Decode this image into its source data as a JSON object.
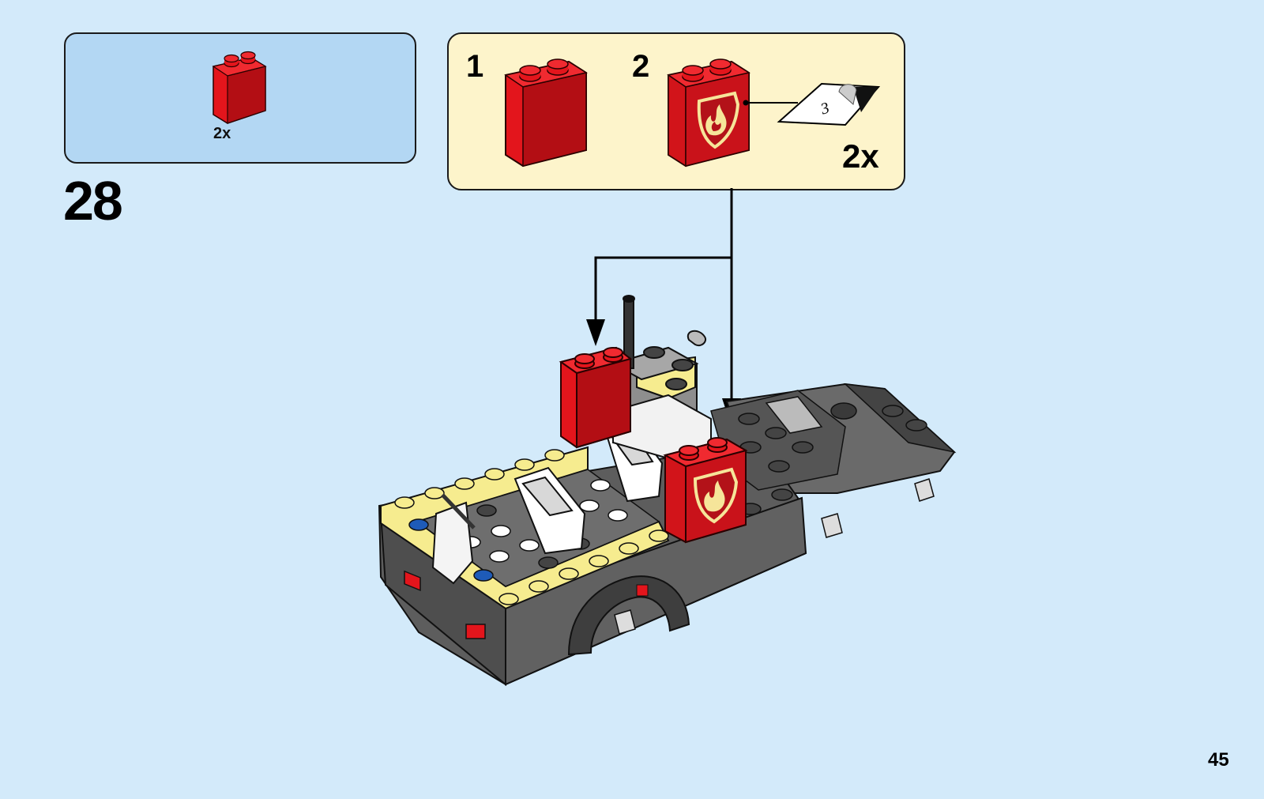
{
  "parts_callout": {
    "quantity": "2x"
  },
  "step": {
    "number": "28"
  },
  "sub_assembly": {
    "step_1": "1",
    "step_2": "2",
    "quantity": "2x",
    "sticker_number": "3"
  },
  "page": {
    "number": "45"
  },
  "colors": {
    "background": "#d3eafa",
    "parts_box": "#b3d7f3",
    "sub_box": "#fdf4cb",
    "brick_red": "#d2141a",
    "tile_yellow": "#f6ec8f",
    "body_gray": "#5d5d5d"
  }
}
